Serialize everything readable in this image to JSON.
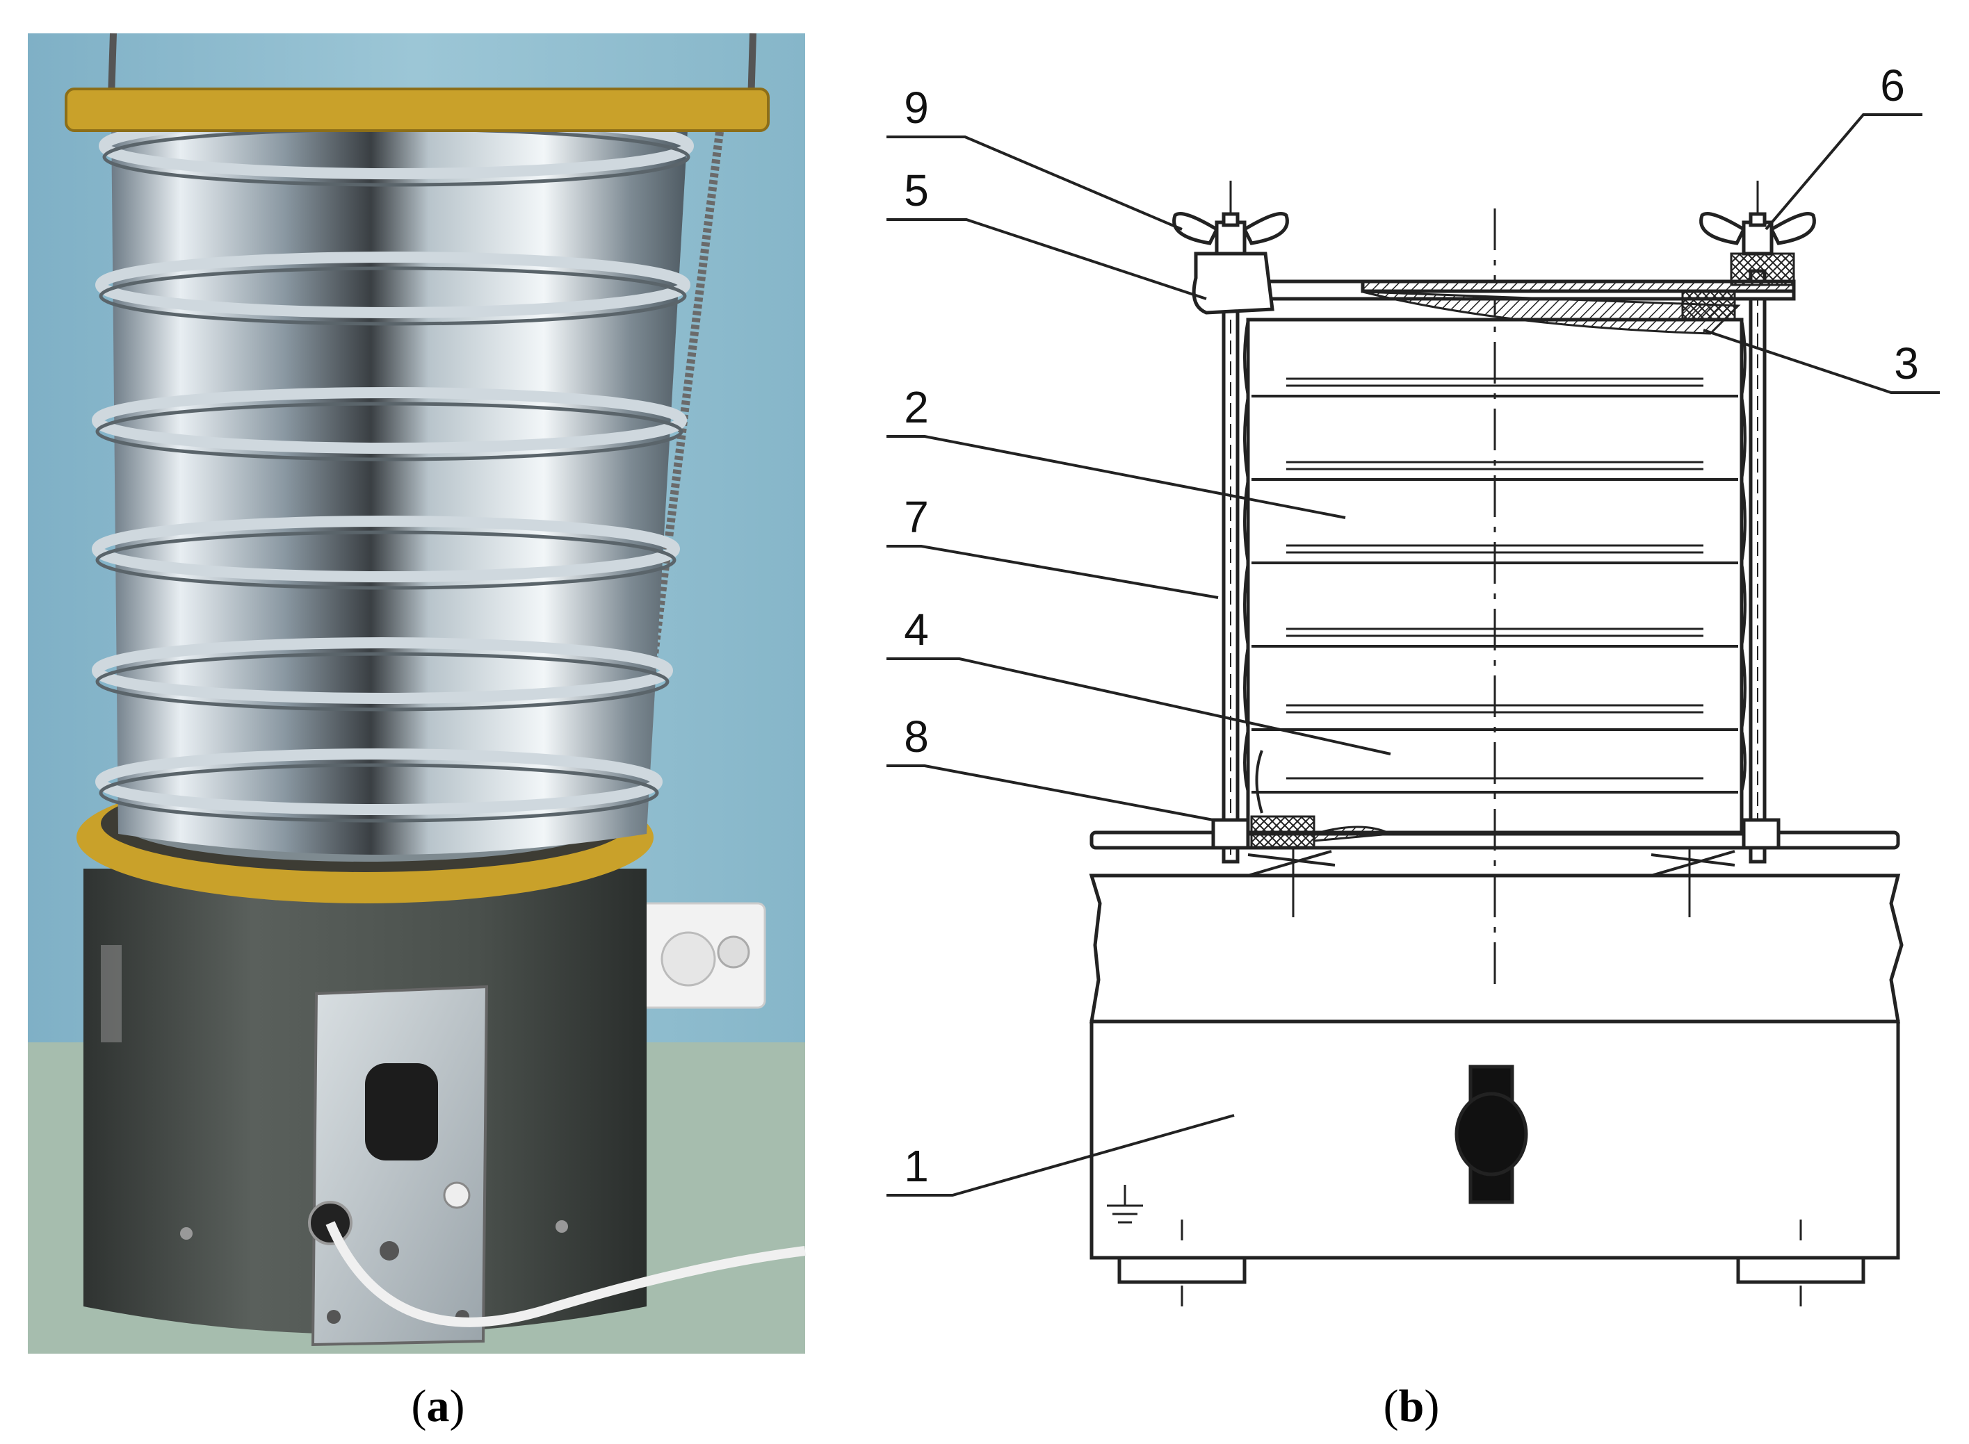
{
  "panel_a": {
    "caption_open": "(",
    "caption_letter": "a",
    "caption_close": ")"
  },
  "panel_b": {
    "caption_open": "(",
    "caption_letter": "b",
    "caption_close": ")",
    "callouts": [
      {
        "id": "9",
        "label": "9"
      },
      {
        "id": "5",
        "label": "5"
      },
      {
        "id": "2",
        "label": "2"
      },
      {
        "id": "7",
        "label": "7"
      },
      {
        "id": "4",
        "label": "4"
      },
      {
        "id": "8",
        "label": "8"
      },
      {
        "id": "1",
        "label": "1"
      },
      {
        "id": "6",
        "label": "6"
      },
      {
        "id": "3",
        "label": "3"
      }
    ]
  },
  "colors": {
    "wall": "#8fb9cc",
    "floor": "#a8bfb0",
    "yellow": "#d4a92a",
    "steel": "#c9d2d8",
    "housing": "#4a4f4c",
    "line": "#222222"
  }
}
